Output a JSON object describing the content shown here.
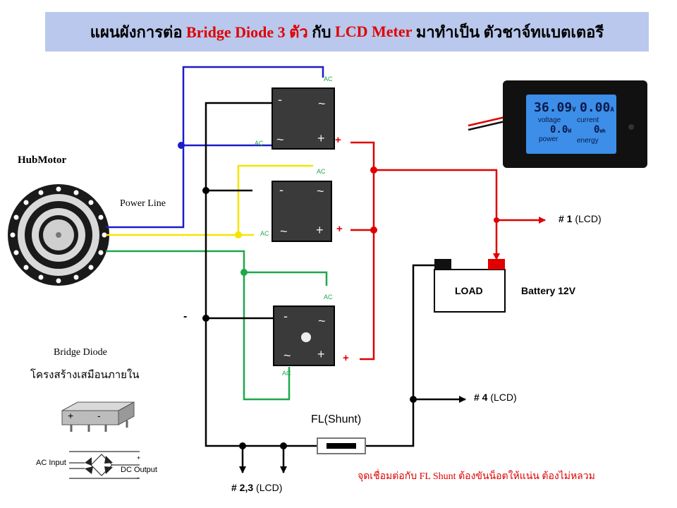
{
  "title": {
    "part1": "แผนผังการต่อ ",
    "part2": "Bridge Diode 3 ตัว",
    "part3": " กับ ",
    "part4": "LCD Meter",
    "part5": " มาทำเป็น ตัวชาจ์ทแบตเตอรี"
  },
  "labels": {
    "hubmotor": "HubMotor",
    "power_line": "Power Line",
    "ac": "AC",
    "plus": "+",
    "minus": "-",
    "tilde": "~",
    "load": "LOAD",
    "battery": "Battery 12V",
    "lcd1_num": "# 1",
    "lcd1_txt": " (LCD)",
    "lcd4_num": "# 4",
    "lcd4_txt": " (LCD)",
    "lcd23_num": "# 2,3",
    "lcd23_txt": " (LCD)",
    "shunt": "FL(Shunt)",
    "bridge_title": "Bridge Diode",
    "bridge_sub": "โครงสร้างเสมือนภายใน",
    "ac_input": "AC Input",
    "dc_output": "DC Output",
    "note": "จุดเชื่อมต่อกับ FL Shunt ต้องขันน็อตให้แน่น ต้องไม่หลวม"
  },
  "lcd_meter": {
    "voltage_value": "36.09",
    "voltage_unit": "V",
    "current_value": "0.00",
    "current_unit": "A",
    "voltage_label": "voltage",
    "current_label": "current",
    "power_value": "0.0",
    "power_unit": "W",
    "energy_value": "0",
    "energy_unit": "Wh",
    "power_label": "power",
    "energy_label": "energy"
  },
  "colors": {
    "blue_wire": "#1c1cc8",
    "yellow_wire": "#f5e400",
    "green_wire": "#1ea84a",
    "red_wire": "#e00000",
    "black_wire": "#000000",
    "title_bg": "#b9c8ec",
    "lcd_screen": "#3c8ee8"
  }
}
